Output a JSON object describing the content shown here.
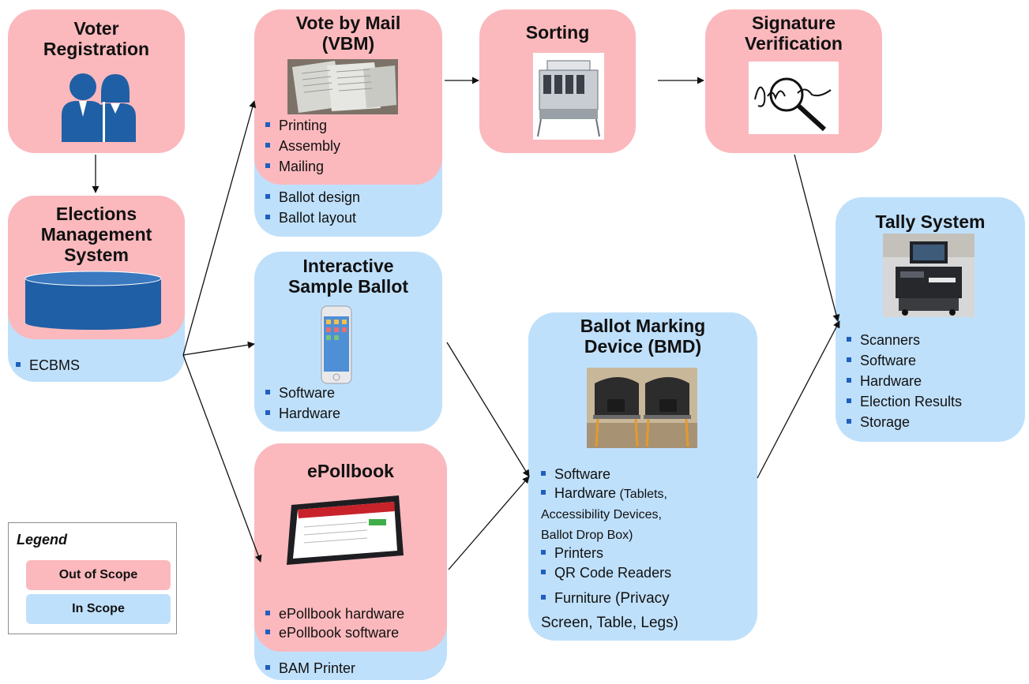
{
  "legend": {
    "title": "Legend",
    "out_of_scope": "Out of Scope",
    "in_scope": "In Scope",
    "colors": {
      "out_of_scope": "#fbb9bd",
      "in_scope": "#bfe0fb"
    }
  },
  "voter_registration": {
    "title": "Voter\nRegistration",
    "icon": "voter-people-icon"
  },
  "ems": {
    "title": "Elections\nManagement\nSystem",
    "icon": "database-icon",
    "items": [
      "ECBMS"
    ]
  },
  "vbm": {
    "title": "Vote by Mail\n(VBM)",
    "out_items": [
      "Printing",
      "Assembly",
      "Mailing"
    ],
    "in_items": [
      "Ballot design",
      "Ballot layout"
    ]
  },
  "sorting": {
    "title": "Sorting",
    "icon": "sorting-machine-icon"
  },
  "signature": {
    "title": "Signature\nVerification",
    "icon": "signature-magnifier-icon"
  },
  "isb": {
    "title": "Interactive\nSample Ballot",
    "icon": "smartphone-icon",
    "items": [
      "Software",
      "Hardware"
    ]
  },
  "epollbook": {
    "title": "ePollbook",
    "icon": "tablet-icon",
    "out_items": [
      "ePollbook hardware",
      "ePollbook software"
    ],
    "in_items": [
      "BAM Printer"
    ]
  },
  "bmd": {
    "title": "Ballot Marking\nDevice (BMD)",
    "icon": "voting-booth-icon",
    "items": [
      {
        "main": "Software",
        "sub": ""
      },
      {
        "main": "Hardware",
        "sub": " (Tablets,\nAccessibility Devices,\nBallot Drop Box)"
      },
      {
        "main": "Printers",
        "sub": ""
      },
      {
        "main": "QR Code Readers",
        "sub": ""
      },
      {
        "main": "Furniture ",
        "sub": "(Privacy\nScreen, Table, Legs)"
      }
    ]
  },
  "tally": {
    "title": "Tally System",
    "icon": "scanner-machine-icon",
    "items": [
      "Scanners",
      "Software",
      "Hardware",
      "Election Results",
      "Storage"
    ]
  }
}
